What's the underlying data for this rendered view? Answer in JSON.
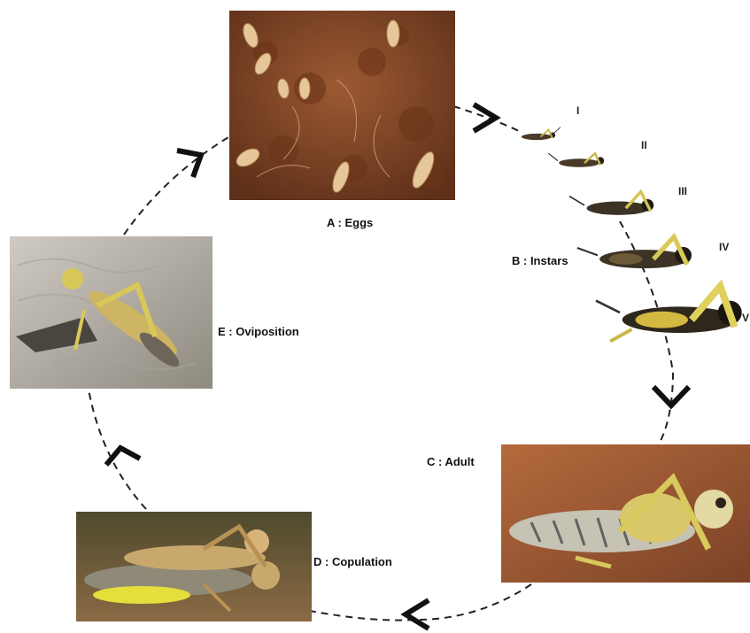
{
  "labels": {
    "eggs": "A : Eggs",
    "instars": "B : Instars",
    "adult": "C : Adult",
    "copulation": "D : Copulation",
    "oviposition": "E : Oviposition"
  },
  "instar_numerals": [
    "I",
    "II",
    "III",
    "IV",
    "V"
  ],
  "colors": {
    "soil": "#7a4226",
    "sand": "#b8b3a8",
    "adult_bg": "#9a5a33",
    "copulation_bg": "#6b5538",
    "locust_yellow": "#e8d64a",
    "cycle_line": "#222222"
  }
}
